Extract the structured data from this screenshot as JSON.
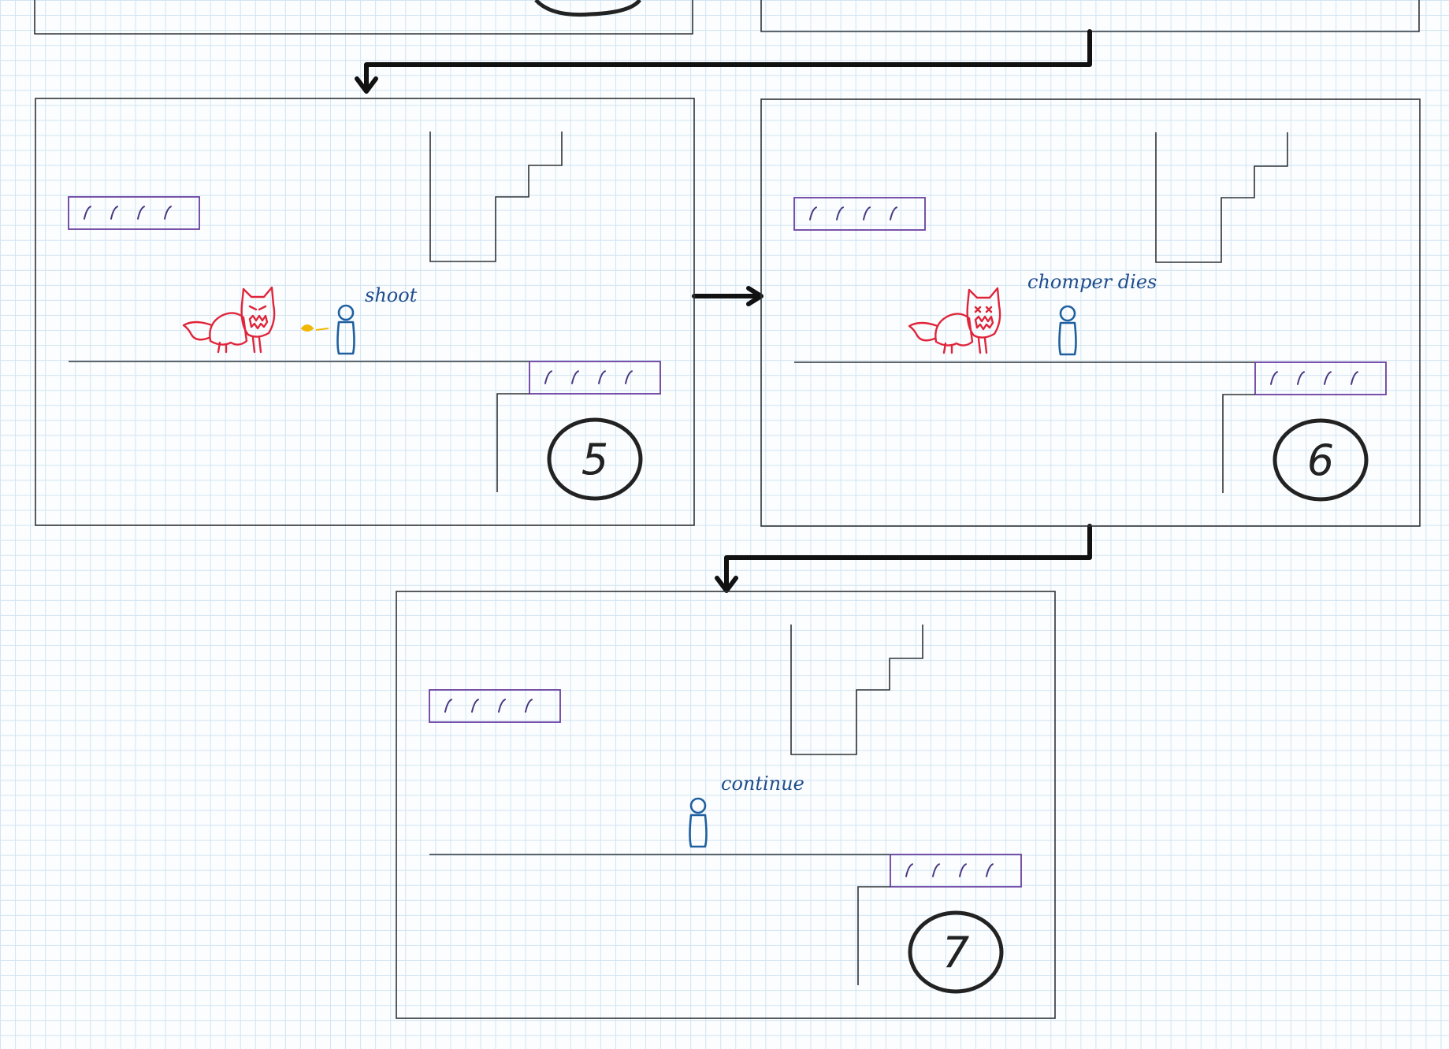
{
  "panels": [
    {
      "number": "5",
      "note": "shoot",
      "chomper": "alive",
      "shot": true
    },
    {
      "number": "6",
      "note": "chomper dies",
      "chomper": "dead",
      "shot": false
    },
    {
      "number": "7",
      "note": "continue",
      "chomper": "none",
      "shot": false
    }
  ],
  "colors": {
    "frame": "#2f3336",
    "ledge": "#6a3fa0",
    "hero": "#1e5fa0",
    "chomper": "#e0243a",
    "bullet": "#f2b705",
    "note": "#1e4d8c",
    "grid": "#d2e4f2"
  },
  "icons": {
    "hero": "stick-figure-icon",
    "chomper": "chomper-monster-icon",
    "bullet": "projectile-icon",
    "arrow": "flow-arrow"
  }
}
